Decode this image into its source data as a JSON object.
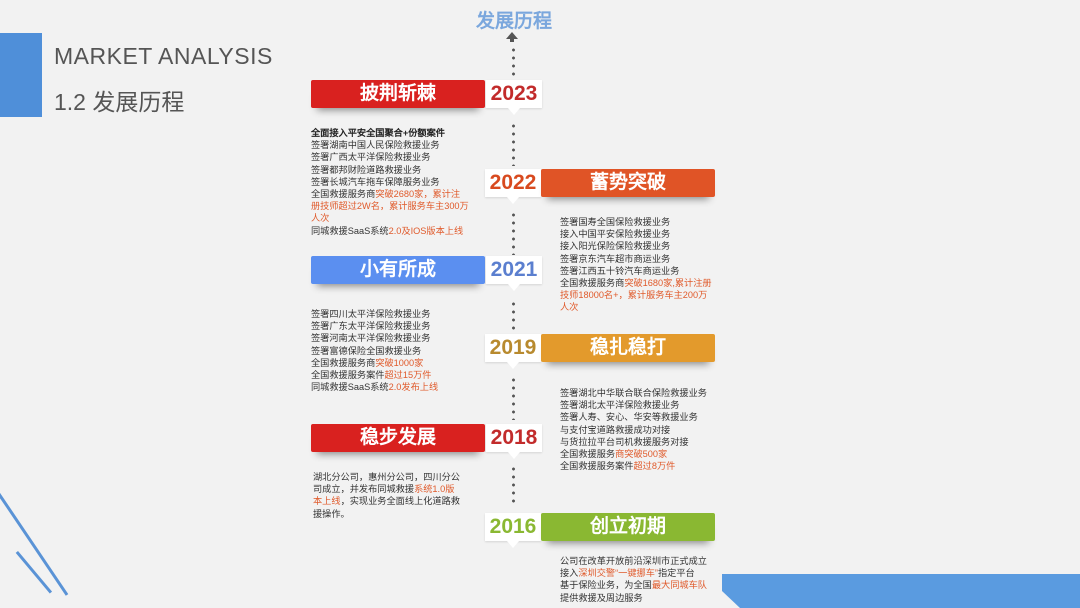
{
  "header": {
    "title_en": "MARKET ANALYSIS",
    "title_cn": "1.2 发展历程"
  },
  "timeline": {
    "title": "发展历程",
    "milestones": [
      {
        "year": "2023",
        "label": "披荆斩棘",
        "color": "#d9211f",
        "year_color": "#c22b2b",
        "items": [
          [
            {
              "t": "全面接入平安全国聚合+份额案件",
              "s": "bold"
            }
          ],
          [
            {
              "t": "签署湖南中国人民保险救援业务"
            }
          ],
          [
            {
              "t": "签署广西太平洋保险救援业务"
            }
          ],
          [
            {
              "t": "签署都邦财险道路救援业务"
            }
          ],
          [
            {
              "t": "签署长城汽车拖车保障服务业务"
            }
          ],
          [
            {
              "t": "全国救援服务商"
            },
            {
              "t": "突破2680家，累计注",
              "s": "hl"
            }
          ],
          [
            {
              "t": "册技师超过2W名，累计服务车主300万",
              "s": "hl"
            }
          ],
          [
            {
              "t": "人次",
              "s": "hl"
            }
          ],
          [
            {
              "t": "同城救援SaaS系统"
            },
            {
              "t": "2.0及IOS版本上线",
              "s": "hl"
            }
          ]
        ]
      },
      {
        "year": "2022",
        "label": "蓄势突破",
        "color": "#e05426",
        "year_color": "#d84a1f",
        "items": [
          [
            {
              "t": "签署国寿全国保险救援业务"
            }
          ],
          [
            {
              "t": "接入中国平安保险救援业务"
            }
          ],
          [
            {
              "t": "接入阳光保险保险救援业务"
            }
          ],
          [
            {
              "t": "签署京东汽车超市商运业务"
            }
          ],
          [
            {
              "t": "签署江西五十铃汽车商运业务"
            }
          ],
          [
            {
              "t": "全国救援服务商"
            },
            {
              "t": "突破1680家,累计注册",
              "s": "hl"
            }
          ],
          [
            {
              "t": "技师18000名+，累计服务车主200万",
              "s": "hl"
            }
          ],
          [
            {
              "t": "人次",
              "s": "hl"
            }
          ]
        ]
      },
      {
        "year": "2021",
        "label": "小有所成",
        "color": "#5b8ff0",
        "year_color": "#5b7fcf",
        "items": [
          [
            {
              "t": "签署四川太平洋保险救援业务"
            }
          ],
          [
            {
              "t": "签署广东太平洋保险救援业务"
            }
          ],
          [
            {
              "t": "签署河南太平洋保险救援业务"
            }
          ],
          [
            {
              "t": "签署富德保险全国救援业务"
            }
          ],
          [
            {
              "t": "全国救援服务商"
            },
            {
              "t": "突破1000家",
              "s": "hl"
            }
          ],
          [
            {
              "t": "全国救援服务案件"
            },
            {
              "t": "超过15万件",
              "s": "hl"
            }
          ],
          [
            {
              "t": "同城救援SaaS系统"
            },
            {
              "t": "2.0发布上线",
              "s": "hl"
            }
          ]
        ]
      },
      {
        "year": "2019",
        "label": "稳扎稳打",
        "color": "#e39a2c",
        "year_color": "#b88a2e",
        "items": [
          [
            {
              "t": "签署湖北中华联合联合保险救援业务"
            }
          ],
          [
            {
              "t": "签署湖北太平洋保险救援业务"
            }
          ],
          [
            {
              "t": "签署人寿、安心、华安等救援业务"
            }
          ],
          [
            {
              "t": "与支付宝道路救援成功对接"
            }
          ],
          [
            {
              "t": "与货拉拉平台司机救援服务对接"
            }
          ],
          [
            {
              "t": "全国救援服务"
            },
            {
              "t": "商突破500家",
              "s": "hl"
            }
          ],
          [
            {
              "t": "全国救援服务案件"
            },
            {
              "t": "超过8万件",
              "s": "hl"
            }
          ]
        ]
      },
      {
        "year": "2018",
        "label": "稳步发展",
        "color": "#d9211f",
        "year_color": "#c22b2b",
        "items": [
          [
            {
              "t": "湖北分公司，惠州分公司，四川分公"
            }
          ],
          [
            {
              "t": "司成立，并发布同城救援"
            },
            {
              "t": "系统1.0版",
              "s": "hl"
            }
          ],
          [
            {
              "t": "本上线",
              "s": "hl"
            },
            {
              "t": "，实现业务全面线上化道路救"
            }
          ],
          [
            {
              "t": "援操作。"
            }
          ]
        ]
      },
      {
        "year": "2016",
        "label": "创立初期",
        "color": "#8ab832",
        "year_color": "#8ab832",
        "items": [
          [
            {
              "t": "公司在改革开放前沿深圳市正式成立"
            }
          ],
          [
            {
              "t": "接入"
            },
            {
              "t": "深圳交警“一键挪车”",
              "s": "hl"
            },
            {
              "t": "指定平台"
            }
          ],
          [
            {
              "t": "基于保险业务，为全国"
            },
            {
              "t": "最大同城车队",
              "s": "hl"
            }
          ],
          [
            {
              "t": "提供救援及周边服务"
            }
          ]
        ]
      }
    ]
  }
}
